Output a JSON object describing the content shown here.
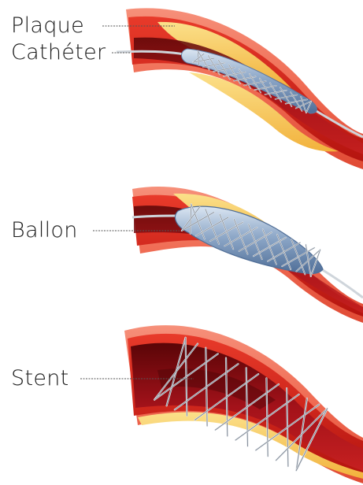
{
  "labels": {
    "plaque": "Plaque",
    "catheter": "Cathéter",
    "ballon": "Ballon",
    "stent": "Stent"
  },
  "colors": {
    "vessel_outer": "#f2735a",
    "vessel_wall": "#d8241c",
    "lumen_dark": "#7a0a0c",
    "plaque": "#f7c55a",
    "balloon": "#9fb6d2",
    "stent_wire": "#e9ecef",
    "leader_line": "#555555"
  }
}
